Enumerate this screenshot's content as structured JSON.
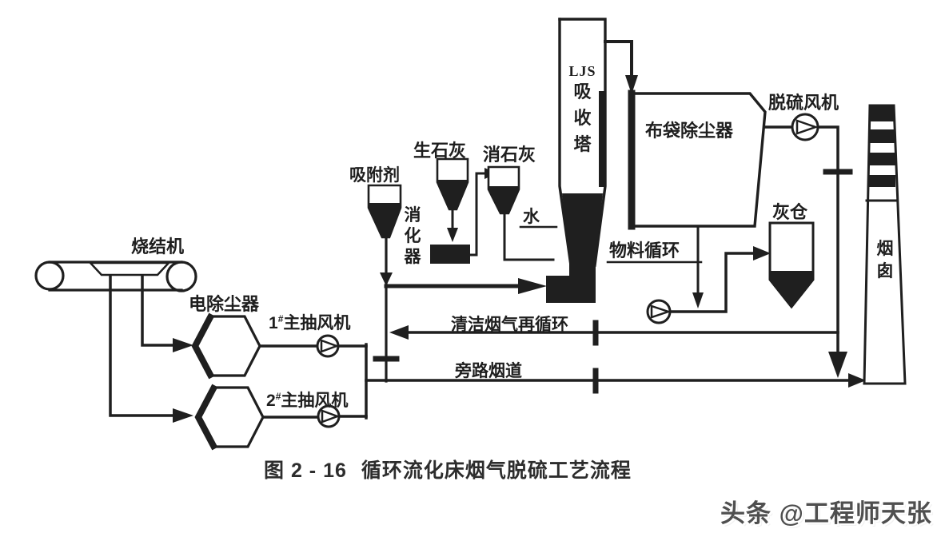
{
  "figure": {
    "caption_number": "图 2 - 16",
    "caption_title": "循环流化床烟气脱硫工艺流程",
    "watermark": "头条 @工程师天张"
  },
  "equipment": {
    "sintering_machine": "烧结机",
    "esp": "电除尘器",
    "main_fan_1": {
      "num": "1",
      "sup": "#",
      "name": "主抽风机"
    },
    "main_fan_2": {
      "num": "2",
      "sup": "#",
      "name": "主抽风机"
    },
    "adsorbent": "吸附剂",
    "quicklime": "生石灰",
    "slaked_lime": "消石灰",
    "digester_chars": [
      "消",
      "化",
      "器"
    ],
    "water": "水",
    "absorber_lines": [
      "LJS",
      "吸",
      "收",
      "塔"
    ],
    "bag_filter": "布袋除尘器",
    "desulfurization_fan": "脱硫风机",
    "ash_silo": "灰仓",
    "chimney_chars": [
      "烟",
      "囱"
    ]
  },
  "streams": {
    "material_circulation": "物料循环",
    "clean_gas_recirculation": "清洁烟气再循环",
    "bypass_flue": "旁路烟道"
  },
  "colors": {
    "line": "#1f1f1f",
    "background": "#ffffff",
    "watermark": "#4f4f4f"
  }
}
